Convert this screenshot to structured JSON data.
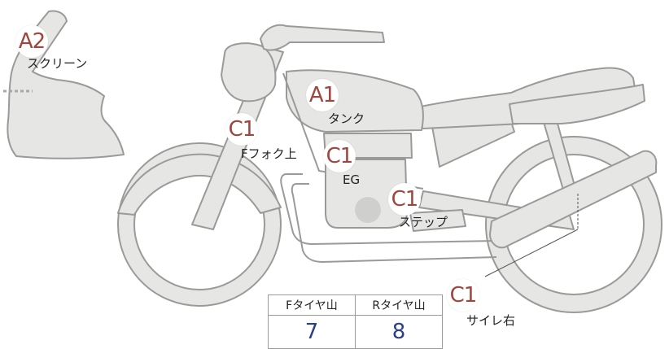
{
  "markers": {
    "screen": {
      "code": "A2",
      "label": "スクリーン"
    },
    "tank": {
      "code": "A1",
      "label": "タンク"
    },
    "fork": {
      "code": "C1",
      "label": "Fフォク上"
    },
    "engine": {
      "code": "C1",
      "label": "EG"
    },
    "step": {
      "code": "C1",
      "label": "ステップ"
    },
    "muffler": {
      "code": "C1",
      "label": "サイレ右"
    }
  },
  "tread_table": {
    "front_header": "Fタイヤ山",
    "rear_header": "Rタイヤ山",
    "front_value": "7",
    "rear_value": "8"
  },
  "colors": {
    "part_fill": "#e6e6e4",
    "outline": "#9a9a98",
    "grade_code": "#a0453d",
    "tread_value": "#2a3f86"
  }
}
